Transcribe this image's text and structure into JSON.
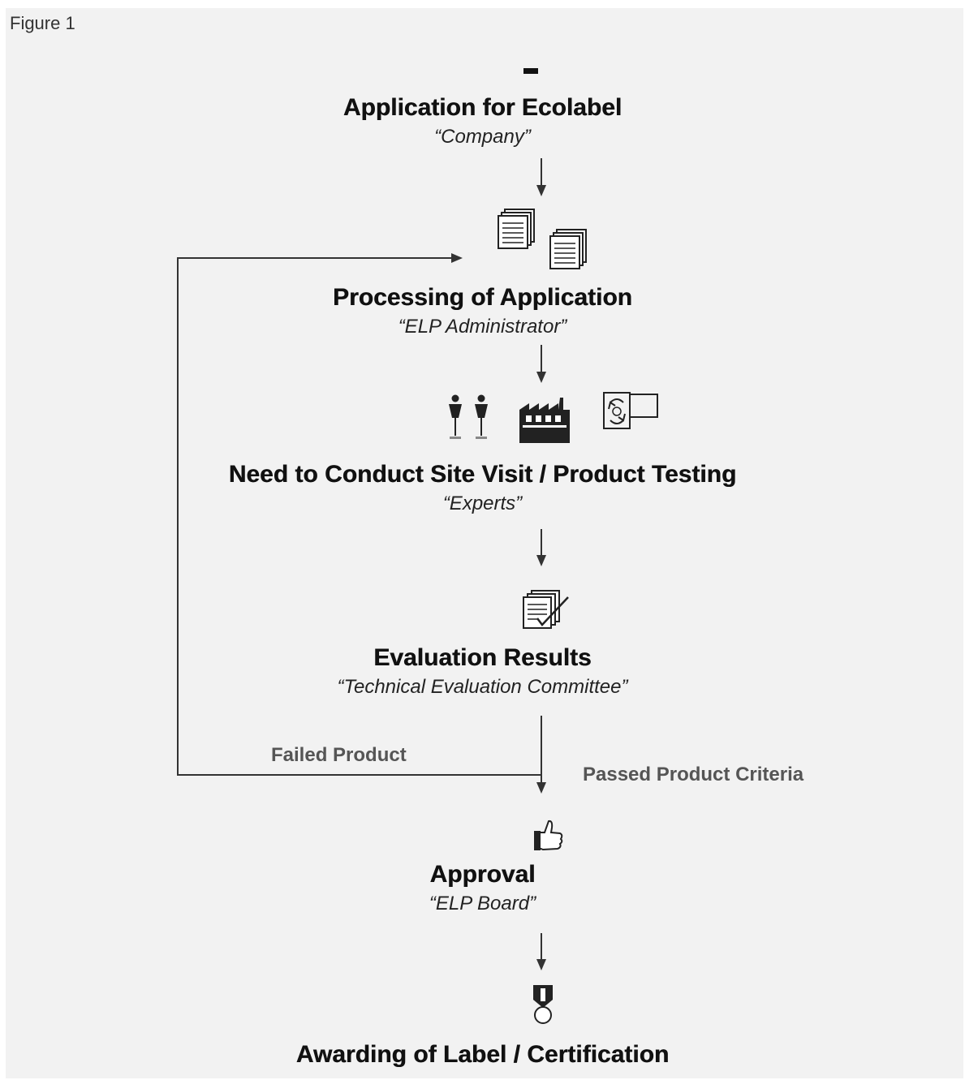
{
  "figure_label": "Figure 1",
  "steps": [
    {
      "title": "Application for Ecolabel",
      "role": "“Company”"
    },
    {
      "title": "Processing of Application",
      "role": "“ELP Administrator”"
    },
    {
      "title": "Need to Conduct Site Visit / Product Testing",
      "role": "“Experts”"
    },
    {
      "title": "Evaluation Results",
      "role": "“Technical Evaluation Committee”"
    },
    {
      "title": "Approval",
      "role": "“ELP Board”"
    },
    {
      "title": "Awarding of Label / Certification",
      "role": ""
    }
  ],
  "edges": {
    "failed_label": "Failed Product",
    "passed_label": "Passed Product  Criteria"
  },
  "icons": {
    "start": "dash-marker-icon",
    "processing": "documents-stack-icon",
    "site_visit": [
      "inspectors-icon",
      "factory-icon",
      "testing-cycle-icon"
    ],
    "evaluation": "checked-documents-icon",
    "approval": "thumbs-up-icon",
    "award": "medal-icon"
  },
  "colors": {
    "background": "#f2f2f2",
    "line": "#333333",
    "text": "#111111"
  }
}
